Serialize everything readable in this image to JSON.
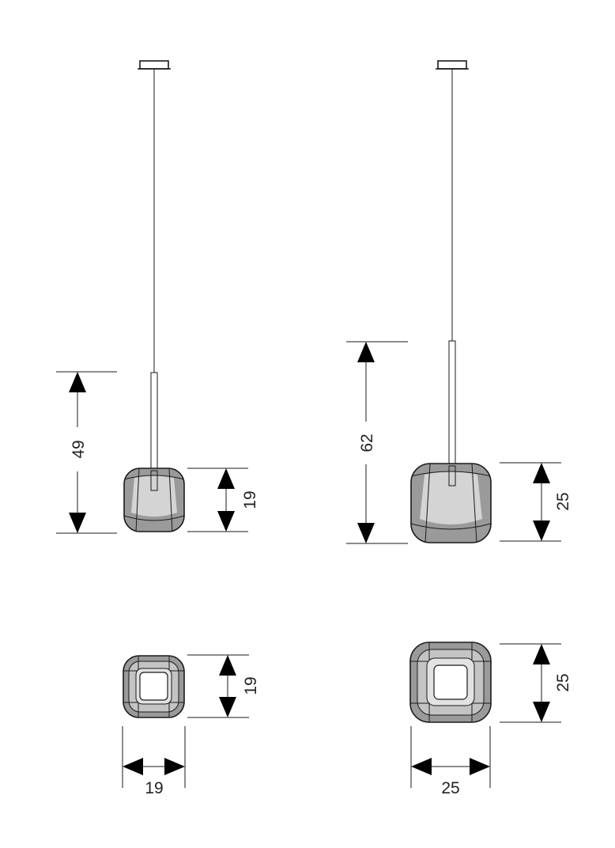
{
  "drawing": {
    "line_color": "#1a1a1a",
    "shade_color": "#8a8a8a",
    "arrow_color": "#000000"
  },
  "small_lamp": {
    "total_height": "49",
    "shade_height": "19",
    "top_view_depth": "19",
    "top_view_width": "19"
  },
  "large_lamp": {
    "total_height": "62",
    "shade_height": "25",
    "top_view_depth": "25",
    "top_view_width": "25"
  }
}
